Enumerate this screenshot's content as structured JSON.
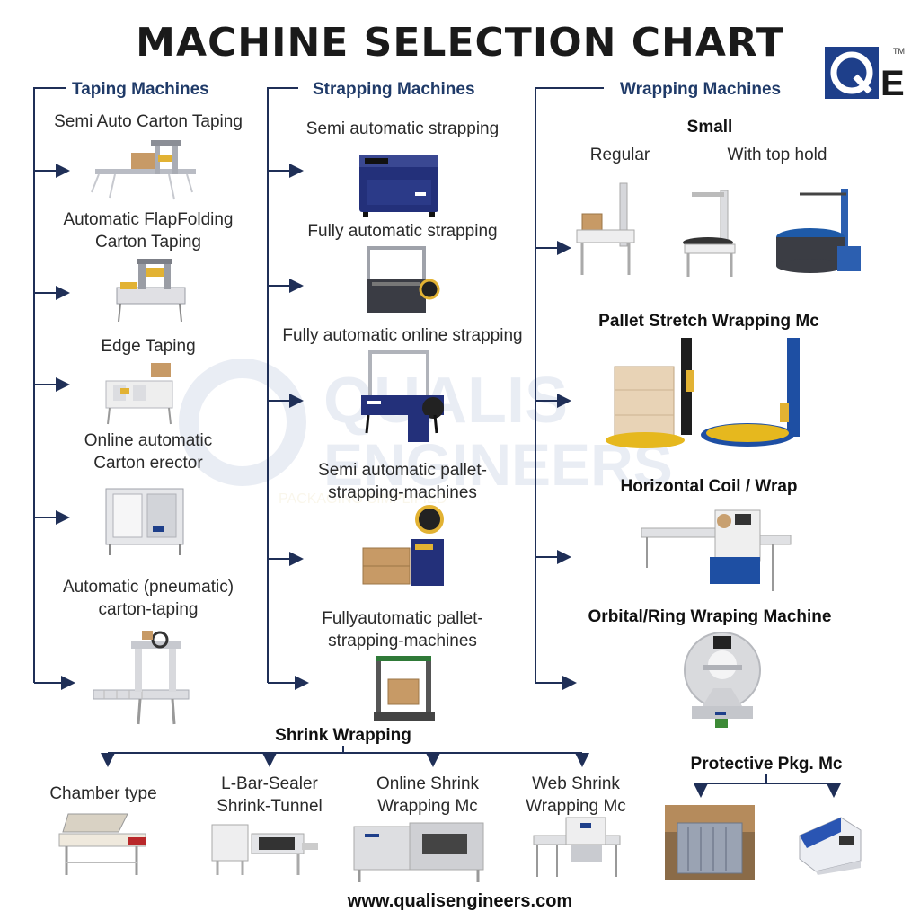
{
  "title": "MACHINE SELECTION CHART",
  "logo": {
    "mark": "QE",
    "tm": "TM"
  },
  "watermark": {
    "line1": "QUALIS",
    "line2": "ENGINEERS",
    "line3": "PACKAGING SIMPLIFIED"
  },
  "taping": {
    "heading": "Taping Machines",
    "items": [
      {
        "label": "Semi Auto Carton Taping"
      },
      {
        "label": "Automatic FlapFolding\nCarton Taping"
      },
      {
        "label": "Edge Taping"
      },
      {
        "label": "Online automatic\nCarton erector"
      },
      {
        "label": "Automatic (pneumatic)\ncarton-taping"
      }
    ]
  },
  "strapping": {
    "heading": "Strapping Machines",
    "items": [
      {
        "label": "Semi automatic strapping"
      },
      {
        "label": "Fully automatic strapping"
      },
      {
        "label": "Fully automatic online strapping"
      },
      {
        "label": "Semi automatic pallet-\nstrapping-machines"
      },
      {
        "label": "Fullyautomatic pallet-\nstrapping-machines"
      }
    ]
  },
  "wrapping": {
    "heading": "Wrapping Machines",
    "small": "Small",
    "regular": "Regular",
    "top_hold": "With top hold",
    "pallet": "Pallet Stretch Wrapping Mc",
    "horizontal": "Horizontal Coil / Wrap",
    "orbital": "Orbital/Ring Wraping Machine"
  },
  "shrink": {
    "heading": "Shrink Wrapping",
    "items": [
      {
        "label": "Chamber type"
      },
      {
        "label": "L-Bar-Sealer\nShrink-Tunnel"
      },
      {
        "label": "Online Shrink\nWrapping Mc"
      },
      {
        "label": "Web Shrink\nWrapping Mc"
      }
    ]
  },
  "protective": {
    "heading": "Protective Pkg. Mc"
  },
  "footer": "www.qualisengineers.com",
  "colors": {
    "connector": "#1f2f57",
    "heading": "#1f3a68",
    "brand_blue": "#1e3f8a"
  }
}
